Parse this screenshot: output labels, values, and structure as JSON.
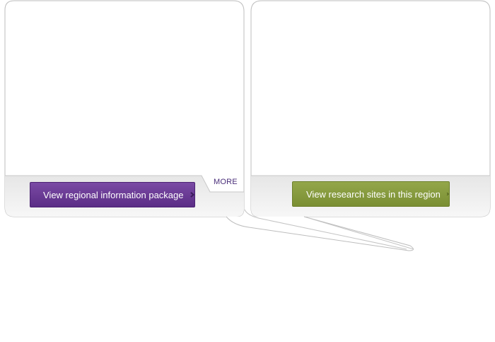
{
  "left_panel": {
    "button_label": "View regional information package",
    "more_label": "MORE"
  },
  "right_panel": {
    "button_label": "View research sites in this region"
  },
  "colors": {
    "purple_button": "#5b2d86",
    "green_button": "#7a8f33",
    "more_text": "#4b2f7a",
    "panel_border": "#bdbdbd",
    "footer_bg": "#eeeeee"
  },
  "icons": {
    "button_chevron": "chevron-right-icon"
  }
}
